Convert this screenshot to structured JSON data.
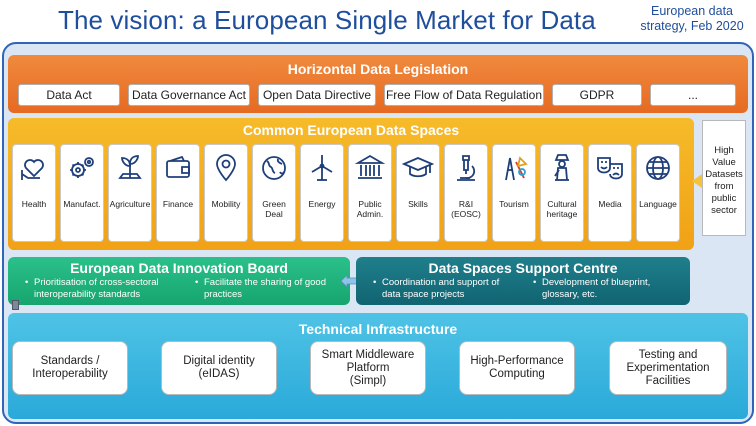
{
  "header": {
    "title": "The vision: a European Single Market for Data",
    "subtitle_line1": "European data",
    "subtitle_line2": "strategy, Feb 2020"
  },
  "legislation": {
    "title": "Horizontal Data Legislation",
    "items": [
      "Data Act",
      "Data Governance Act",
      "Open Data Directive",
      "Free Flow of Data Regulation",
      "GDPR",
      "..."
    ]
  },
  "data_spaces": {
    "title": "Common European Data Spaces",
    "items": [
      {
        "label": "Health",
        "icon": "health-icon"
      },
      {
        "label": "Manufact.",
        "icon": "gears-icon"
      },
      {
        "label": "Agriculture",
        "icon": "plant-icon"
      },
      {
        "label": "Finance",
        "icon": "wallet-icon"
      },
      {
        "label": "Mobility",
        "icon": "location-pin-icon"
      },
      {
        "label": "Green Deal",
        "icon": "globe-icon"
      },
      {
        "label": "Energy",
        "icon": "wind-turbine-icon"
      },
      {
        "label": "Public Admin.",
        "icon": "building-icon"
      },
      {
        "label": "Skills",
        "icon": "graduation-cap-icon"
      },
      {
        "label": "R&I (EOSC)",
        "icon": "microscope-icon"
      },
      {
        "label": "Tourism",
        "icon": "tourism-icon"
      },
      {
        "label": "Cultural heritage",
        "icon": "statue-icon"
      },
      {
        "label": "Media",
        "icon": "theatre-masks-icon"
      },
      {
        "label": "Language",
        "icon": "language-globe-icon"
      }
    ]
  },
  "hvd": {
    "line1": "High",
    "line2": "Value",
    "line3": "Datasets",
    "line4": "from",
    "line5": "public",
    "line6": "sector"
  },
  "board": {
    "title": "European Data Innovation Board",
    "bullet1_line1": "Prioritisation of cross-sectoral",
    "bullet1_line2": "interoperability standards",
    "bullet2_line1": "Facilitate the sharing of good",
    "bullet2_line2": "practices"
  },
  "centre": {
    "title": "Data Spaces Support Centre",
    "bullet1_line1": "Coordination and support of",
    "bullet1_line2": "data space projects",
    "bullet2_line1": "Development of blueprint,",
    "bullet2_line2": "glossary, etc."
  },
  "infrastructure": {
    "title": "Technical Infrastructure",
    "items": [
      {
        "line1": "Standards /",
        "line2": "Interoperability",
        "line3": ""
      },
      {
        "line1": "Digital identity",
        "line2": "(eIDAS)",
        "line3": ""
      },
      {
        "line1": "Smart Middleware",
        "line2": "Platform",
        "line3": "(Simpl)"
      },
      {
        "line1": "High-Performance",
        "line2": "Computing",
        "line3": ""
      },
      {
        "line1": "Testing and",
        "line2": "Experimentation",
        "line3": "Facilities"
      }
    ]
  },
  "colors": {
    "title_blue": "#1f4e9c",
    "orange": "#e66a22",
    "amber": "#f1a116",
    "green": "#17a56f",
    "teal": "#116472",
    "cyan": "#2aa9d9",
    "icon_blue": "#1f3f7a"
  }
}
